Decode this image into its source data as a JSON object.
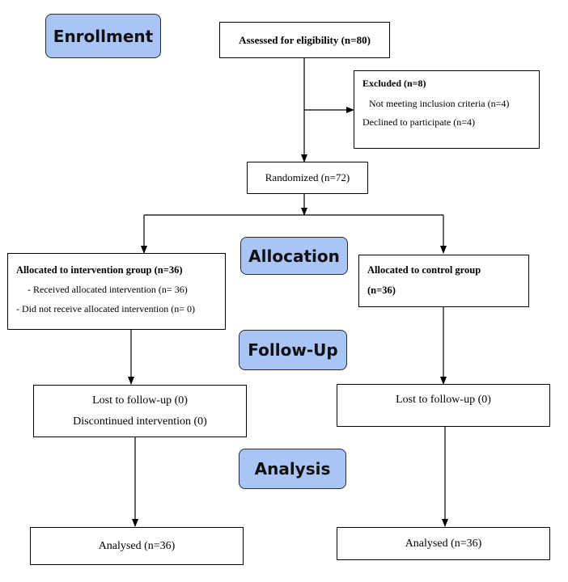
{
  "stages": {
    "enrollment": "Enrollment",
    "allocation": "Allocation",
    "follow_up": "Follow-Up",
    "analysis": "Analysis"
  },
  "boxes": {
    "assessed": "Assessed for eligibility (n=80)",
    "excluded": {
      "title": "Excluded (n=8)",
      "line1": "Not meeting inclusion criteria (n=4)",
      "line2": "Declined to participate (n=4)"
    },
    "randomized": "Randomized (n=72)",
    "intervention_alloc": {
      "title": "Allocated to intervention group (n=36)",
      "line1": "- Received allocated intervention (n= 36)",
      "line2": "- Did not receive allocated intervention (n= 0)"
    },
    "control_alloc": {
      "title": "Allocated to control group",
      "line2": "(n=36)"
    },
    "intervention_followup": {
      "line1": "Lost to follow-up (0)",
      "line2": "Discontinued intervention (0)"
    },
    "control_followup": "Lost to follow-up (0)",
    "intervention_analysis": "Analysed (n=36)",
    "control_analysis": "Analysed (n=36)"
  }
}
